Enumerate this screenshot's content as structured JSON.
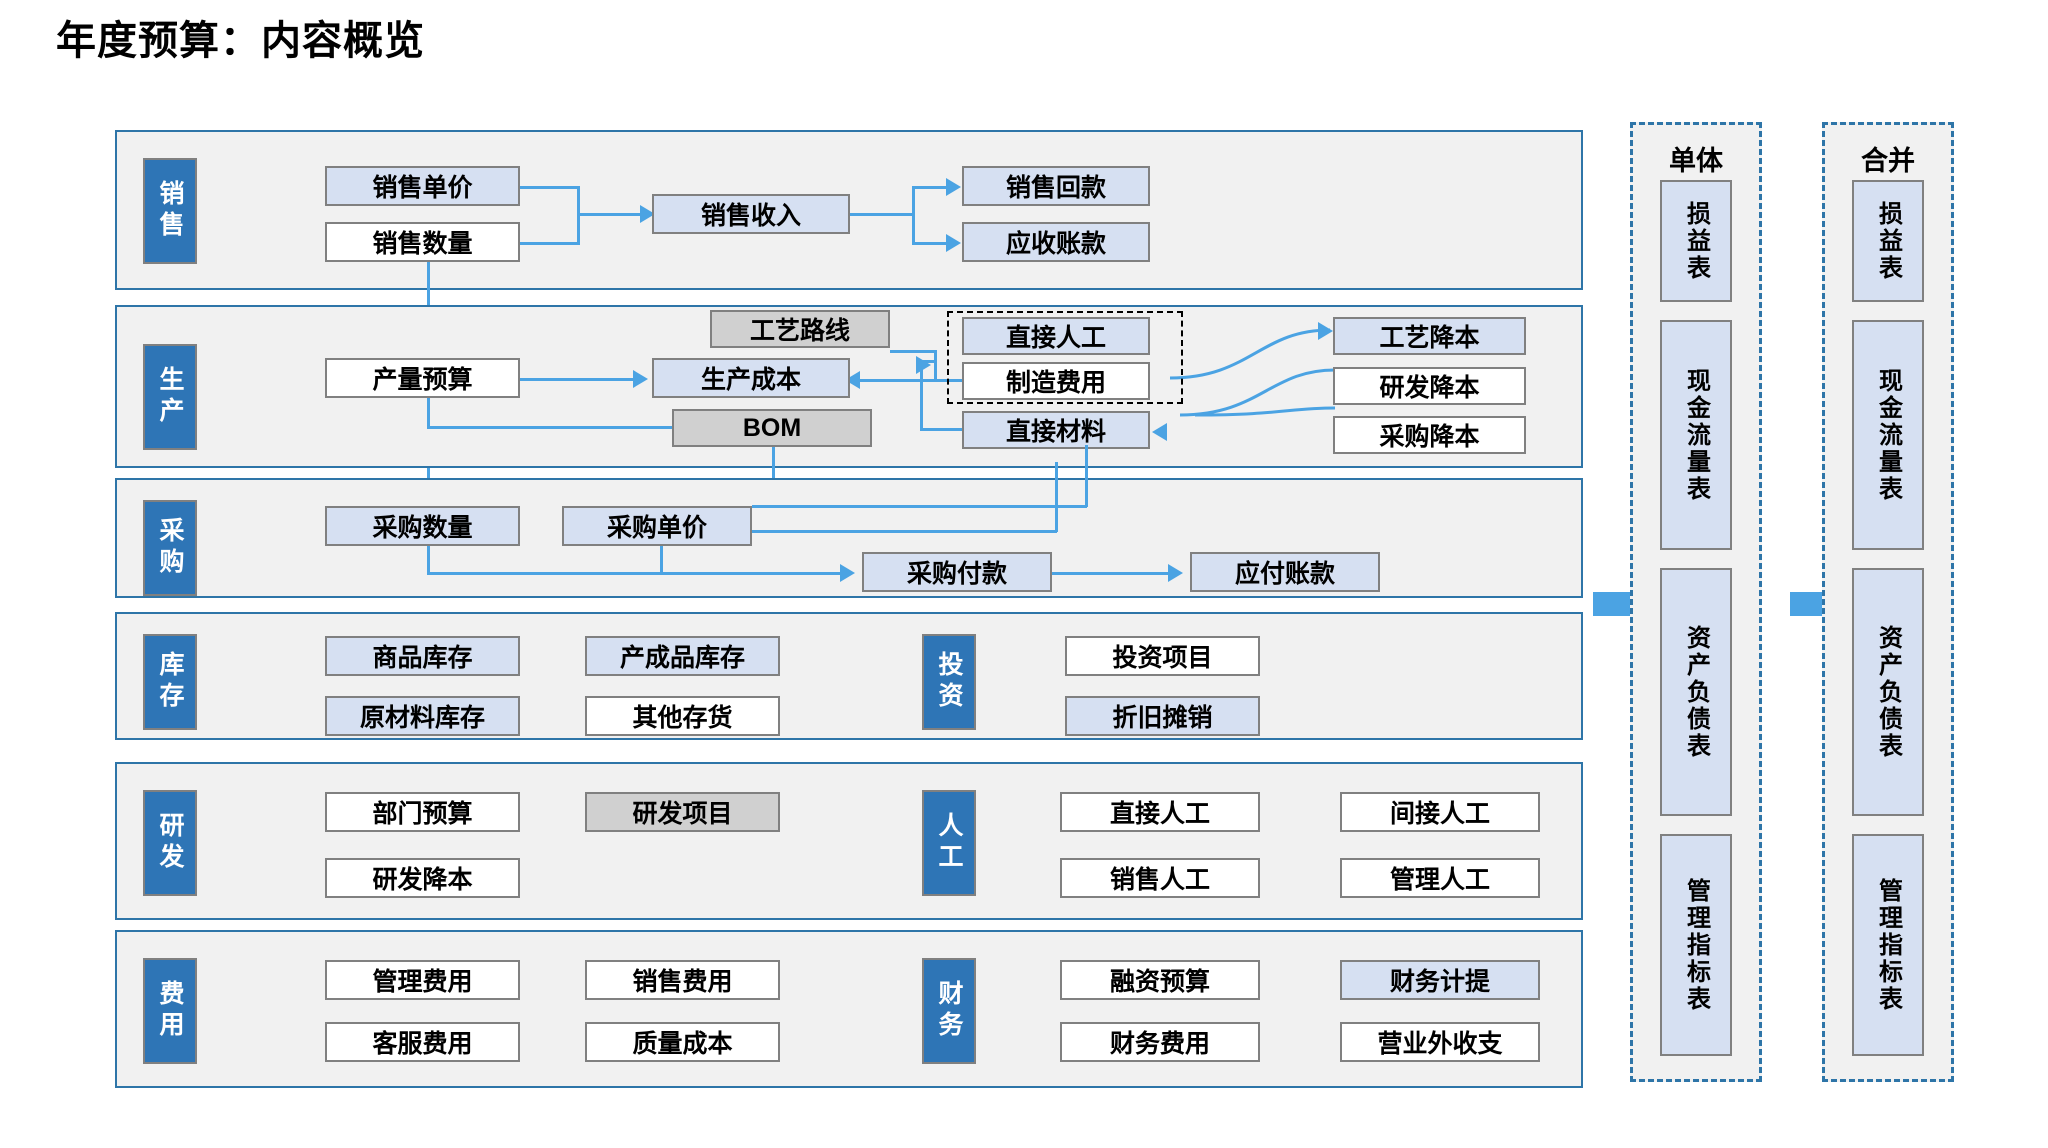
{
  "page": {
    "title": "年度预算：内容概览"
  },
  "colors": {
    "accent_blue": "#2e75b6",
    "band_border": "#2e75a8",
    "band_fill": "#f1f1f1",
    "node_blue": "#d6e0f2",
    "node_grey": "#d0d0d0",
    "node_white": "#ffffff",
    "connector": "#4ba3e3",
    "dashed_black": "#000000"
  },
  "sections": [
    {
      "key": "sales",
      "label": "销售",
      "nodes": [
        {
          "id": "sales-unit-price",
          "label": "销售单价",
          "style": "blue"
        },
        {
          "id": "sales-quantity",
          "label": "销售数量",
          "style": "white"
        },
        {
          "id": "sales-revenue",
          "label": "销售收入",
          "style": "blue"
        },
        {
          "id": "sales-collection",
          "label": "销售回款",
          "style": "blue"
        },
        {
          "id": "accounts-receivable",
          "label": "应收账款",
          "style": "blue"
        }
      ]
    },
    {
      "key": "production",
      "label": "生产",
      "nodes": [
        {
          "id": "output-budget",
          "label": "产量预算",
          "style": "white"
        },
        {
          "id": "production-cost",
          "label": "生产成本",
          "style": "blue"
        },
        {
          "id": "bom",
          "label": "BOM",
          "style": "grey"
        },
        {
          "id": "process-route",
          "label": "工艺路线",
          "style": "grey"
        },
        {
          "id": "direct-labor",
          "label": "直接人工",
          "style": "blue"
        },
        {
          "id": "manufacturing-overhead",
          "label": "制造费用",
          "style": "white"
        },
        {
          "id": "direct-material",
          "label": "直接材料",
          "style": "blue"
        },
        {
          "id": "process-cost-reduction",
          "label": "工艺降本",
          "style": "blue"
        },
        {
          "id": "rnd-cost-reduction",
          "label": "研发降本",
          "style": "white"
        },
        {
          "id": "purchase-cost-reduction",
          "label": "采购降本",
          "style": "white"
        }
      ]
    },
    {
      "key": "procurement",
      "label": "采购",
      "nodes": [
        {
          "id": "purchase-quantity",
          "label": "采购数量",
          "style": "blue"
        },
        {
          "id": "purchase-unit-price",
          "label": "采购单价",
          "style": "blue"
        },
        {
          "id": "purchase-payment",
          "label": "采购付款",
          "style": "blue"
        },
        {
          "id": "accounts-payable",
          "label": "应付账款",
          "style": "blue"
        }
      ]
    },
    {
      "key": "inventory",
      "label": "库存",
      "nodes": [
        {
          "id": "goods-inventory",
          "label": "商品库存",
          "style": "blue"
        },
        {
          "id": "finished-goods-inventory",
          "label": "产成品库存",
          "style": "blue"
        },
        {
          "id": "raw-material-inventory",
          "label": "原材料库存",
          "style": "blue"
        },
        {
          "id": "other-inventory",
          "label": "其他存货",
          "style": "white"
        }
      ]
    },
    {
      "key": "investment",
      "label": "投资",
      "nodes": [
        {
          "id": "investment-project",
          "label": "投资项目",
          "style": "white"
        },
        {
          "id": "depreciation-amortization",
          "label": "折旧摊销",
          "style": "blue"
        }
      ]
    },
    {
      "key": "rnd",
      "label": "研发",
      "nodes": [
        {
          "id": "department-budget",
          "label": "部门预算",
          "style": "white"
        },
        {
          "id": "rnd-project",
          "label": "研发项目",
          "style": "grey"
        },
        {
          "id": "rnd-cost-reduction-2",
          "label": "研发降本",
          "style": "white"
        }
      ]
    },
    {
      "key": "labor",
      "label": "人工",
      "nodes": [
        {
          "id": "labor-direct",
          "label": "直接人工",
          "style": "white"
        },
        {
          "id": "labor-indirect",
          "label": "间接人工",
          "style": "white"
        },
        {
          "id": "labor-sales",
          "label": "销售人工",
          "style": "white"
        },
        {
          "id": "labor-admin",
          "label": "管理人工",
          "style": "white"
        }
      ]
    },
    {
      "key": "expenses",
      "label": "费用",
      "nodes": [
        {
          "id": "admin-expense",
          "label": "管理费用",
          "style": "white"
        },
        {
          "id": "selling-expense",
          "label": "销售费用",
          "style": "white"
        },
        {
          "id": "service-expense",
          "label": "客服费用",
          "style": "white"
        },
        {
          "id": "quality-cost",
          "label": "质量成本",
          "style": "white"
        }
      ]
    },
    {
      "key": "finance",
      "label": "财务",
      "nodes": [
        {
          "id": "financing-budget",
          "label": "融资预算",
          "style": "white"
        },
        {
          "id": "finance-accrual",
          "label": "财务计提",
          "style": "blue"
        },
        {
          "id": "finance-expense",
          "label": "财务费用",
          "style": "white"
        },
        {
          "id": "non-operating",
          "label": "营业外收支",
          "style": "white"
        }
      ]
    }
  ],
  "output_columns": [
    {
      "key": "standalone",
      "title": "单体",
      "reports": [
        {
          "id": "income-statement",
          "label": "损益表"
        },
        {
          "id": "cash-flow-statement",
          "label": "现金流量表"
        },
        {
          "id": "balance-sheet",
          "label": "资产负债表"
        },
        {
          "id": "kpi-report",
          "label": "管理指标表"
        }
      ]
    },
    {
      "key": "consolidated",
      "title": "合并",
      "reports": [
        {
          "id": "income-statement-c",
          "label": "损益表"
        },
        {
          "id": "cash-flow-statement-c",
          "label": "现金流量表"
        },
        {
          "id": "balance-sheet-c",
          "label": "资产负债表"
        },
        {
          "id": "kpi-report-c",
          "label": "管理指标表"
        }
      ]
    }
  ]
}
